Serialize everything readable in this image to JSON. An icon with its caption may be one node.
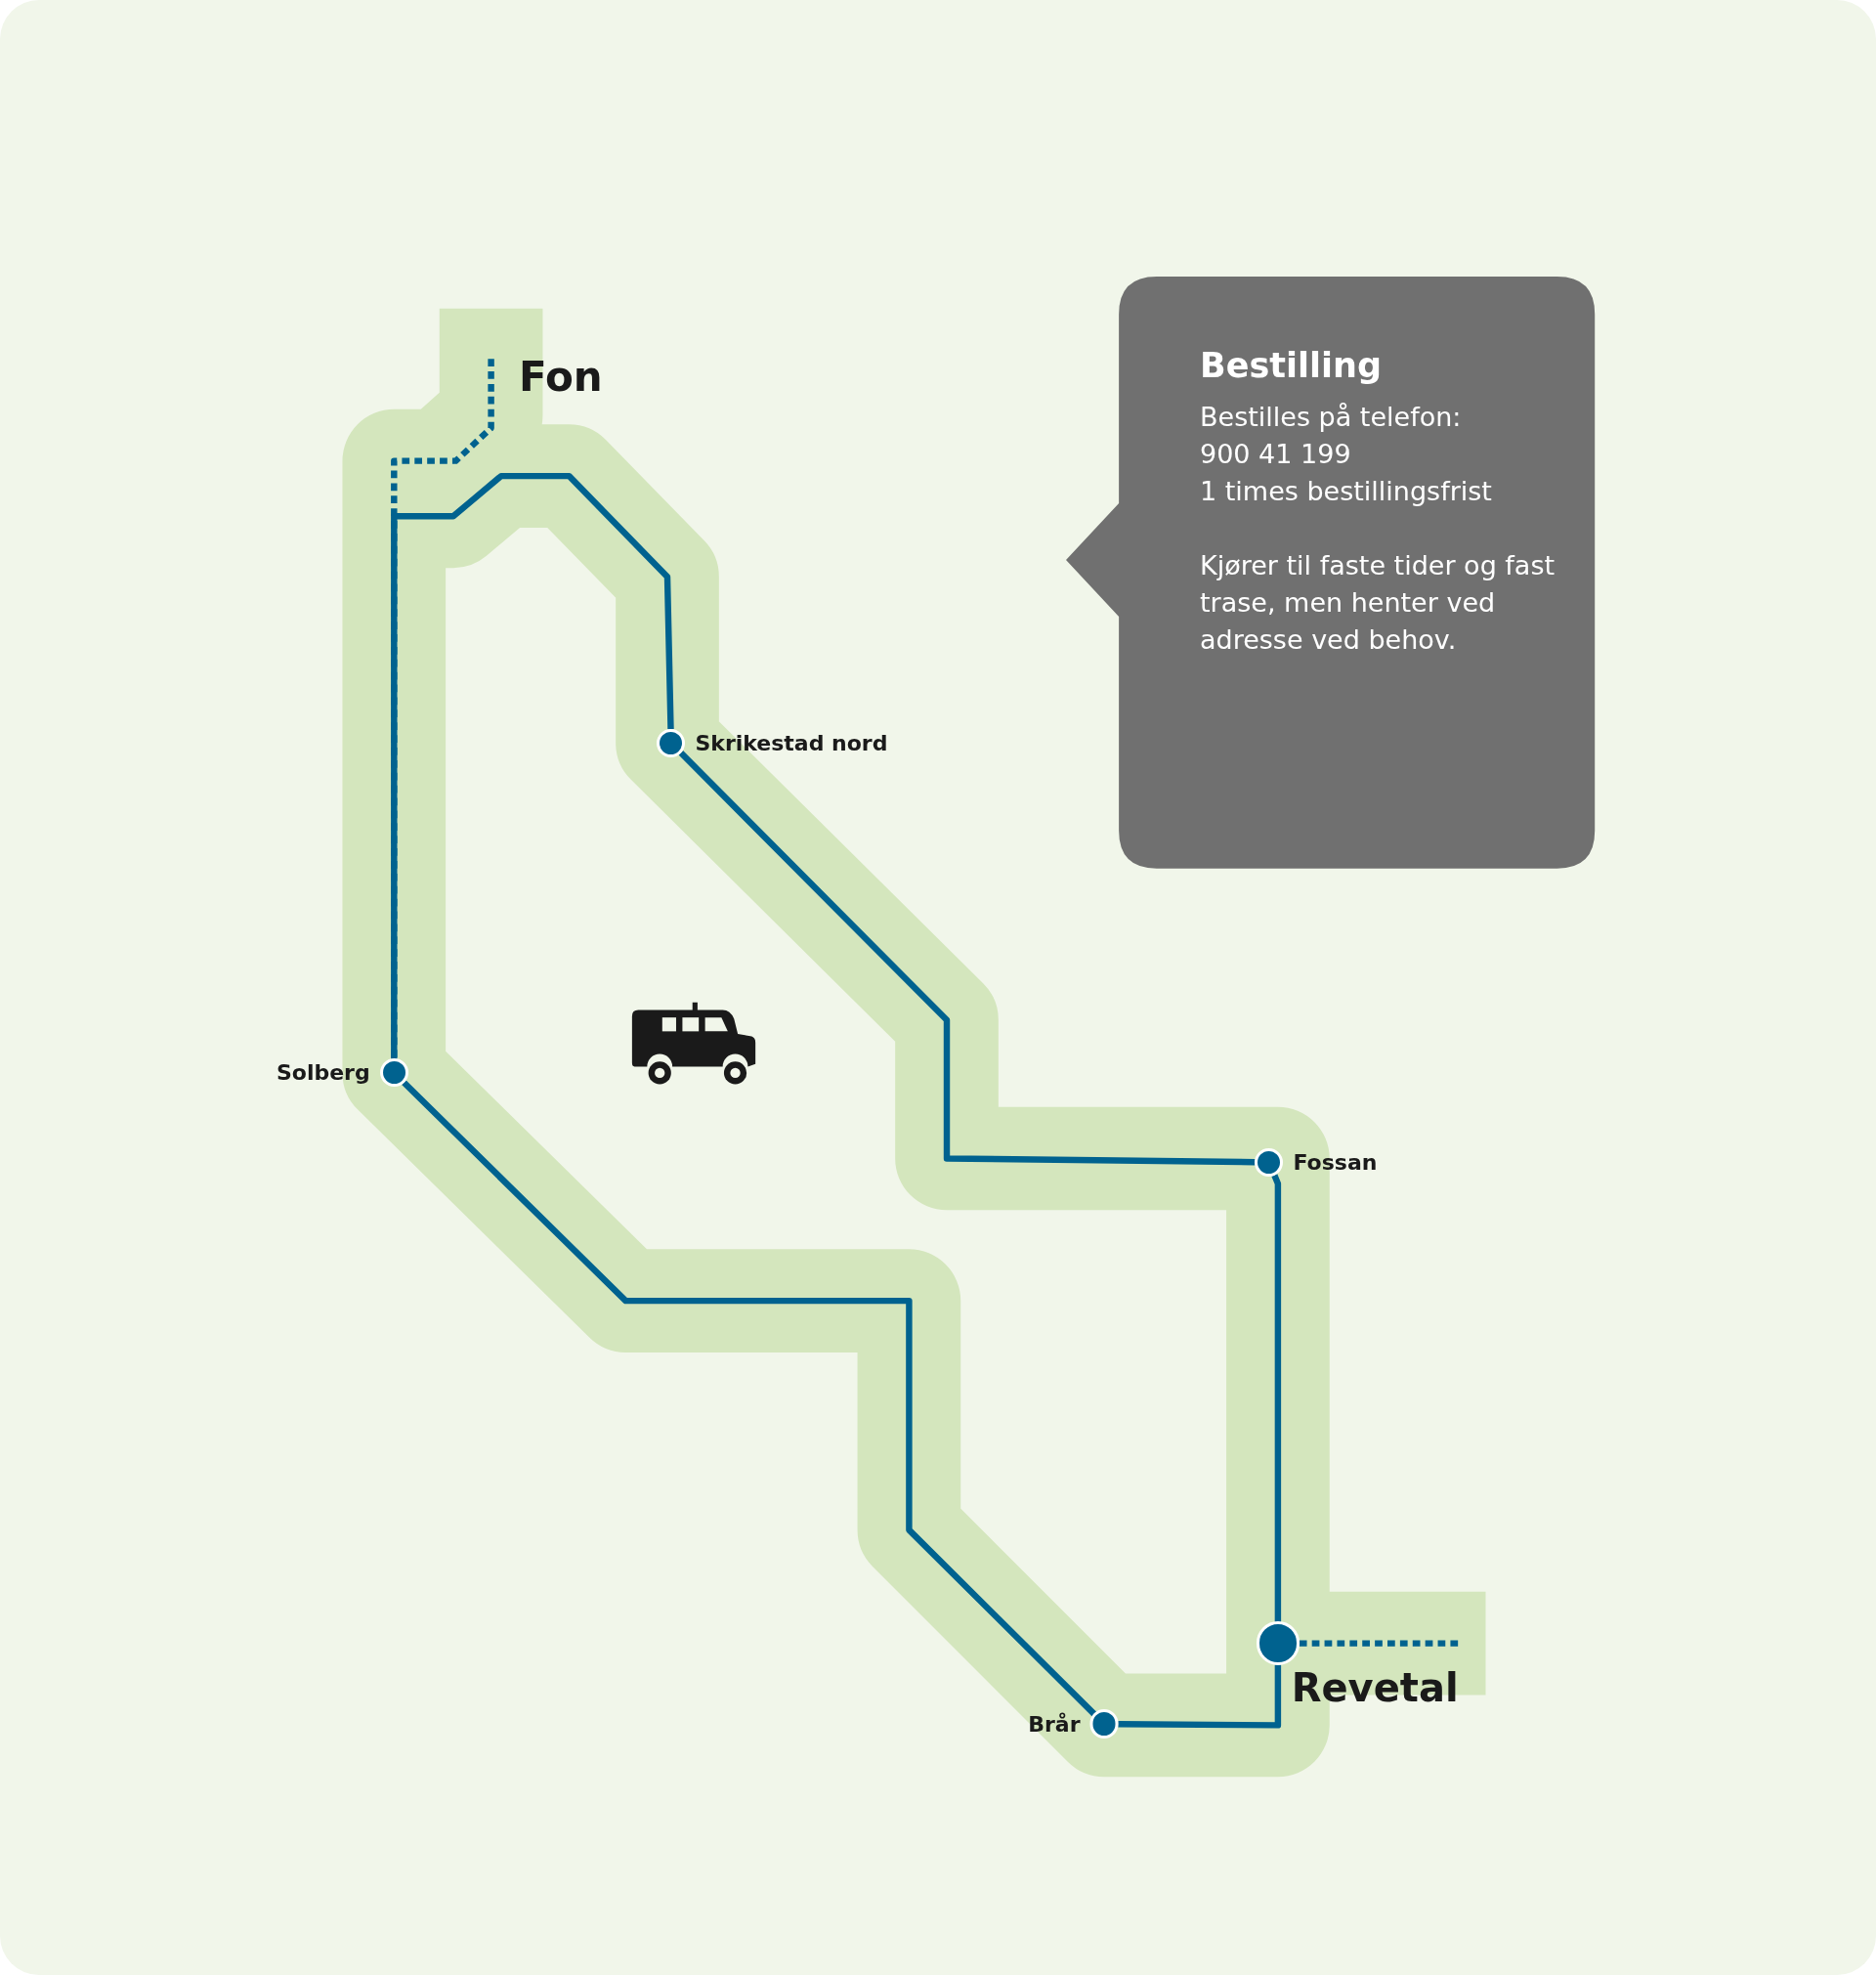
{
  "diagram": {
    "nodes": [
      {
        "text": [
          "Fon"
        ]
      },
      {
        "text": [
          "Skrikestad nord"
        ]
      },
      {
        "text": [
          "Solberg"
        ]
      },
      {
        "text": [
          "Fossan"
        ]
      },
      {
        "text": [
          "Brår"
        ]
      },
      {
        "text": [
          "Revetal"
        ]
      },
      {
        "text": [
          "Bestilling",
          "Bestilles på telefon:",
          "900 41 199",
          "1 times bestillingsfrist",
          "Kjører til faste tider og fast trase, men henter ved adresse ved behov."
        ]
      }
    ],
    "edges": [
      {
        "from": 0,
        "to": 2,
        "arrow": "none",
        "style": "dashed"
      },
      {
        "from": 1,
        "to": 2,
        "arrow": "none"
      },
      {
        "from": 1,
        "to": 3,
        "arrow": "none"
      },
      {
        "from": 3,
        "to": 5,
        "arrow": "none"
      },
      {
        "from": 5,
        "to": 4,
        "arrow": "none"
      },
      {
        "from": 4,
        "to": 2,
        "arrow": "none"
      },
      {
        "from": 5,
        "to": null,
        "arrow": "none",
        "style": "dashed"
      }
    ]
  }
}
